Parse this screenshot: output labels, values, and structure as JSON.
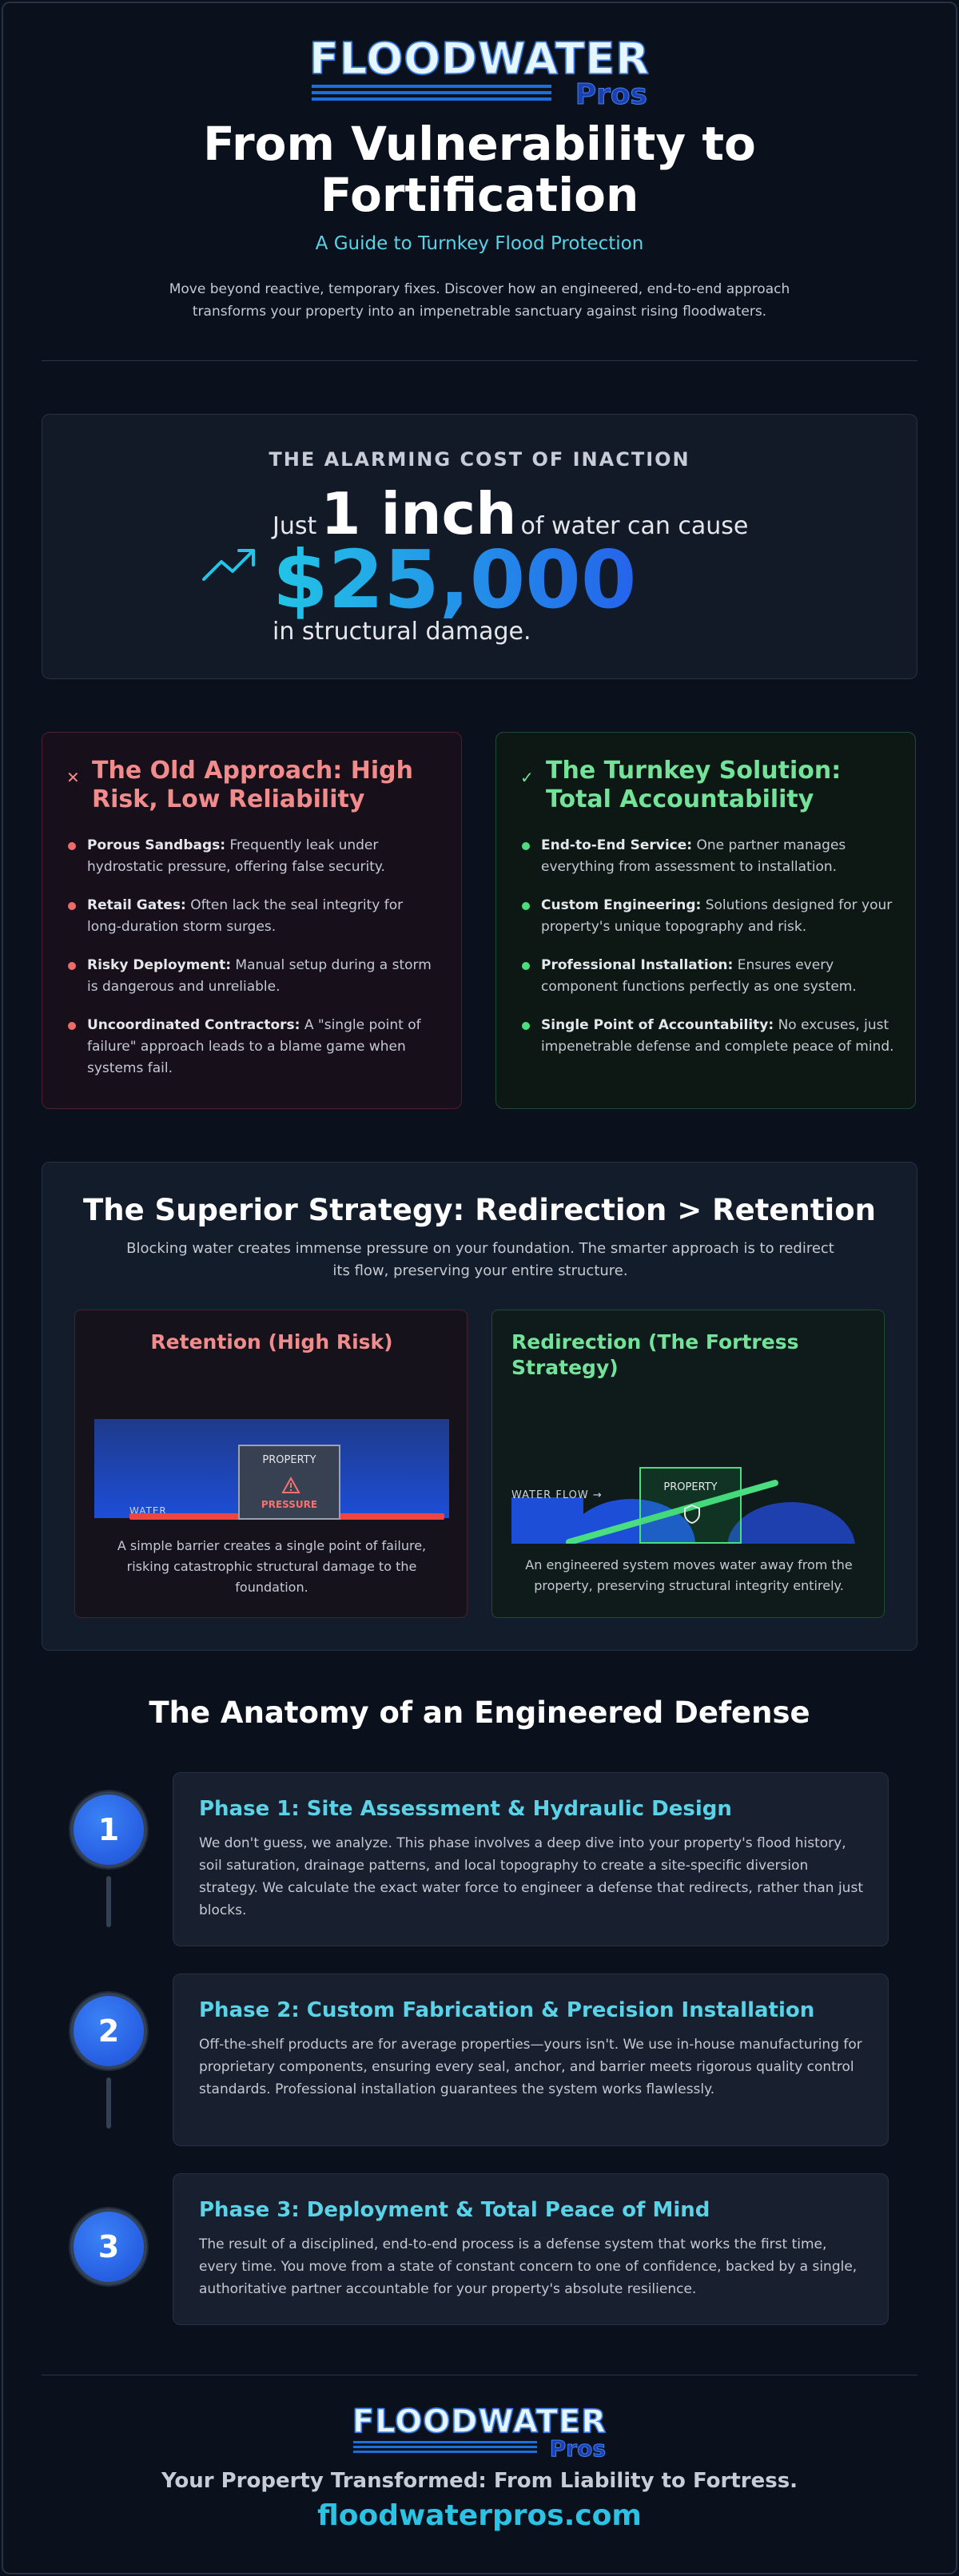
{
  "brand": {
    "logo_word": "FLOODWATER",
    "logo_sub": "Pros",
    "accent": "#2cc2e4",
    "primary_blue": "#2563eb"
  },
  "hero": {
    "title_line1": "From Vulnerability to",
    "title_line2": "Fortification",
    "subtitle": "A Guide to Turnkey Flood Protection",
    "description": "Move beyond reactive, temporary fixes. Discover how an engineered, end-to-end approach transforms your property into an impenetrable sanctuary against rising floodwaters."
  },
  "cost": {
    "label": "THE ALARMING COST OF INACTION",
    "just": "Just",
    "inch": "1 inch",
    "rest": "of water can cause",
    "amount": "$25,000",
    "line3": "in structural damage.",
    "icon": "trending-up-icon"
  },
  "old_approach": {
    "title": "The Old Approach: High Risk, Low Reliability",
    "icon": "x-icon",
    "items": [
      {
        "label": "Porous Sandbags:",
        "text": "Frequently leak under hydrostatic pressure, offering false security."
      },
      {
        "label": "Retail Gates:",
        "text": "Often lack the seal integrity for long-duration storm surges."
      },
      {
        "label": "Risky Deployment:",
        "text": "Manual setup during a storm is dangerous and unreliable."
      },
      {
        "label": "Uncoordinated Contractors:",
        "text": "A \"single point of failure\" approach leads to a blame game when systems fail."
      }
    ]
  },
  "turnkey": {
    "title": "The Turnkey Solution: Total Accountability",
    "icon": "check-icon",
    "items": [
      {
        "label": "End-to-End Service:",
        "text": "One partner manages everything from assessment to installation."
      },
      {
        "label": "Custom Engineering:",
        "text": "Solutions designed for your property's unique topography and risk."
      },
      {
        "label": "Professional Installation:",
        "text": "Ensures every component functions perfectly as one system."
      },
      {
        "label": "Single Point of Accountability:",
        "text": "No excuses, just impenetrable defense and complete peace of mind."
      }
    ]
  },
  "strategy": {
    "title": "The Superior Strategy: Redirection > Retention",
    "description": "Blocking water creates immense pressure on your foundation. The smarter approach is to redirect its flow, preserving your entire structure.",
    "retention": {
      "title": "Retention (High Risk)",
      "property_label": "PROPERTY",
      "pressure_label": "PRESSURE",
      "water_label": "WATER",
      "description": "A simple barrier creates a single point of failure, risking catastrophic structural damage to the foundation."
    },
    "redirection": {
      "title": "Redirection (The Fortress Strategy)",
      "property_label": "PROPERTY",
      "water_label": "WATER FLOW →",
      "description": "An engineered system moves water away from the property, preserving structural integrity entirely."
    }
  },
  "anatomy": {
    "title": "The Anatomy of an Engineered Defense",
    "phases": [
      {
        "number": "1",
        "title": "Phase 1: Site Assessment & Hydraulic Design",
        "description": "We don't guess, we analyze. This phase involves a deep dive into your property's flood history, soil saturation, drainage patterns, and local topography to create a site-specific diversion strategy. We calculate the exact water force to engineer a defense that redirects, rather than just blocks."
      },
      {
        "number": "2",
        "title": "Phase 2: Custom Fabrication & Precision Installation",
        "description": "Off-the-shelf products are for average properties—yours isn't. We use in-house manufacturing for proprietary components, ensuring every seal, anchor, and barrier meets rigorous quality control standards. Professional installation guarantees the system works flawlessly."
      },
      {
        "number": "3",
        "title": "Phase 3: Deployment & Total Peace of Mind",
        "description": "The result of a disciplined, end-to-end process is a defense system that works the first time, every time. You move from a state of constant concern to one of confidence, backed by a single, authoritative partner accountable for your property's absolute resilience."
      }
    ]
  },
  "footer": {
    "tagline": "Your Property Transformed: From Liability to Fortress.",
    "url": "floodwaterpros.com"
  }
}
